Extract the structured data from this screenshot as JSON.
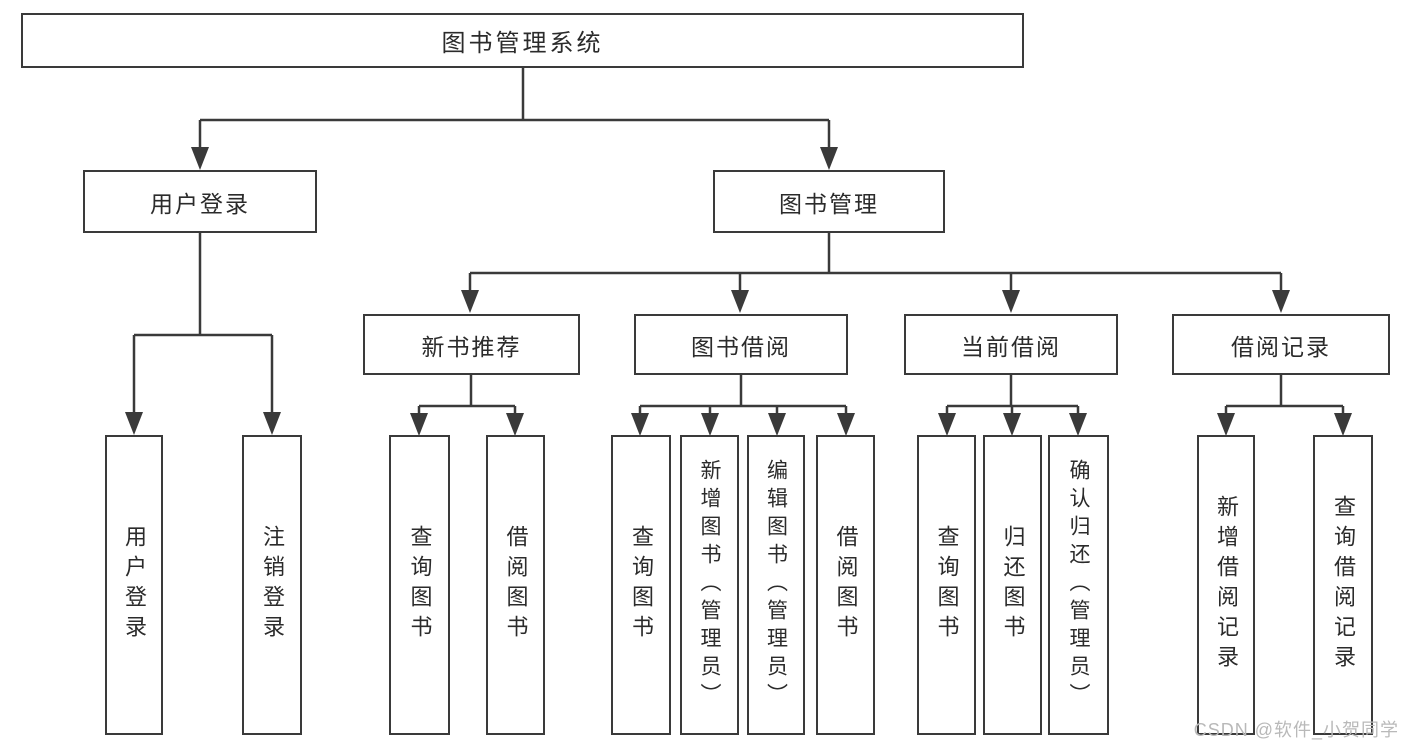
{
  "colors": {
    "line": "#3a3a3a",
    "box_border": "#3a3a3a",
    "text": "#2b2b2b",
    "watermark_text": "#b9b9b9",
    "background": "#ffffff"
  },
  "watermark": "CSDN @软件_小贺同学",
  "tree": {
    "root": {
      "label": "图书管理系统"
    },
    "level2": {
      "user_login": {
        "label": "用户登录"
      },
      "book_mgmt": {
        "label": "图书管理"
      }
    },
    "level3": {
      "new_book_rec": {
        "label": "新书推荐"
      },
      "book_borrow": {
        "label": "图书借阅"
      },
      "current_borrow": {
        "label": "当前借阅"
      },
      "borrow_records": {
        "label": "借阅记录"
      }
    },
    "level4": {
      "user_login_action": {
        "label": "用户登录"
      },
      "logout": {
        "label": "注销登录"
      },
      "nb_query_book": {
        "label": "查询图书"
      },
      "nb_borrow_book": {
        "label": "借阅图书"
      },
      "bb_query_book": {
        "label": "查询图书"
      },
      "bb_add_book": {
        "label": "新增图书（管理员）"
      },
      "bb_edit_book": {
        "label": "编辑图书（管理员）"
      },
      "bb_borrow_book": {
        "label": "借阅图书"
      },
      "cb_query_book": {
        "label": "查询图书"
      },
      "cb_return_book": {
        "label": "归还图书"
      },
      "cb_confirm_return": {
        "label": "确认归还（管理员）"
      },
      "br_add_record": {
        "label": "新增借阅记录"
      },
      "br_query_record": {
        "label": "查询借阅记录"
      }
    }
  }
}
